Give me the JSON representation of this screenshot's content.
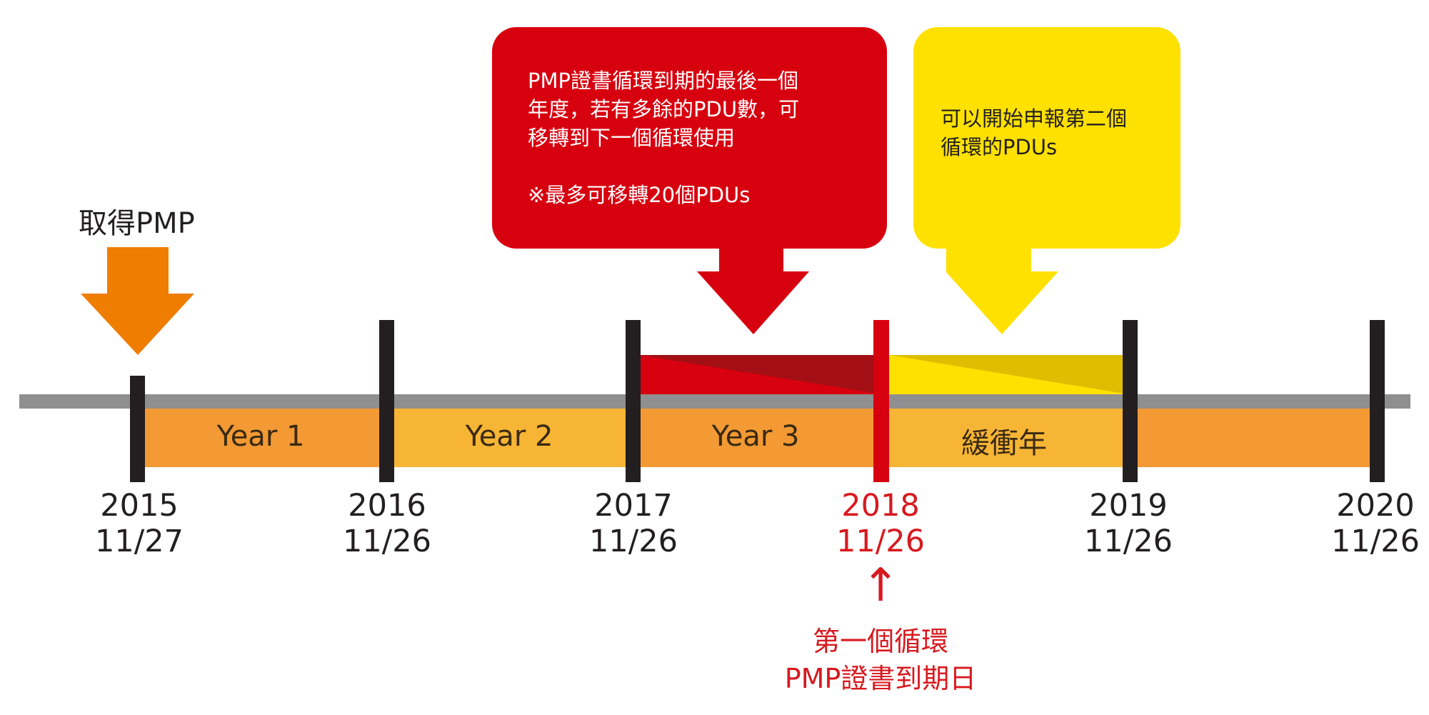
{
  "start": {
    "label": "取得PMP"
  },
  "callouts": {
    "red": {
      "lines": "PMP證書循環到期的最後一個\n年度，若有多餘的PDU數，可\n移轉到下一個循環使用\n\n※最多可移轉20個PDUs"
    },
    "yellow": {
      "lines": "可以開始申報第二個\n循環的PDUs"
    }
  },
  "periods": [
    {
      "label": "Year 1"
    },
    {
      "label": "Year 2"
    },
    {
      "label": "Year 3"
    },
    {
      "label": "緩衝年"
    },
    {
      "label": ""
    }
  ],
  "dates": [
    {
      "year": "2015",
      "md": "11/27"
    },
    {
      "year": "2016",
      "md": "11/26"
    },
    {
      "year": "2017",
      "md": "11/26"
    },
    {
      "year": "2018",
      "md": "11/26"
    },
    {
      "year": "2019",
      "md": "11/26"
    },
    {
      "year": "2020",
      "md": "11/26"
    }
  ],
  "expiry": {
    "arrow": "↑",
    "text": "第一個循環\nPMP證書到期日"
  },
  "colors": {
    "orange_arrow": "#ef7d00",
    "band_dark": "#f39a35",
    "band_light": "#f7b536",
    "timeline_gray": "#8f8f8f",
    "tick": "#231f20",
    "red": "#d7000f",
    "red_dark": "#a30f14",
    "yellow": "#ffe100",
    "yellow_dark": "#dfbd00",
    "expiry_text": "#d7191f"
  }
}
